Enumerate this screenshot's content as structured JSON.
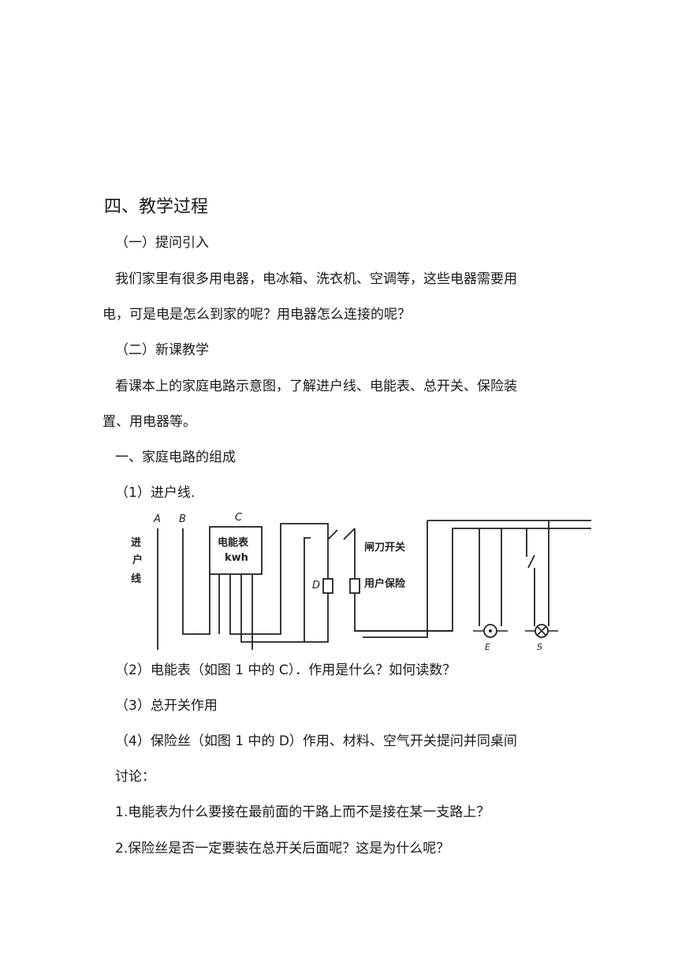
{
  "section_title": "四、教学过程",
  "sub1": "（一）提问引入",
  "p1_line1": "我们家里有很多用电器，电冰箱、洗衣机、空调等，这些电器需要用",
  "p1_line2": "电，可是电是怎么到家的呢？用电器怎么连接的呢？",
  "sub2": "（二）新课教学",
  "p2_line1": "看课本上的家庭电路示意图，了解进户线、电能表、总开关、保险装",
  "p2_line2": "置、用电器等。",
  "heading_household": "一、家庭电路的组成",
  "item1": "（1）进户线.",
  "figure": {
    "label_a": "A",
    "label_b": "B",
    "label_c": "C",
    "label_d": "D",
    "label_e": "E",
    "label_s": "S",
    "inlet_label": [
      "进",
      "户",
      "线"
    ],
    "meter_line1": "电能表",
    "meter_line2": "kwh",
    "switch_label": "闸刀开关",
    "fuse_label": "用户保险"
  },
  "item2": "（2）电能表（如图  1 中的  C）．作用是什么？如何读数？",
  "item3": "（3）总开关作用",
  "item4_line1": "（4）保险丝（如图  1 中的  D）作用、材料、空气开关提问并同桌间",
  "item4_line2": "讨论：",
  "q1": "1.电能表为什么要接在最前面的干路上而不是接在某一支路上？",
  "q2": "2.保险丝是否一定要装在总开关后面呢？这是为什么呢？"
}
